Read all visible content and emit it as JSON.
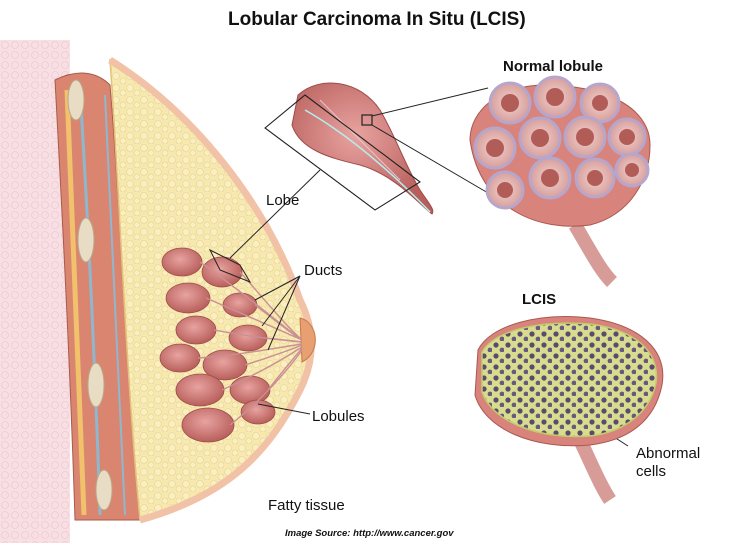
{
  "title": "Lobular Carcinoma In Situ (LCIS)",
  "labels": {
    "normal_lobule": "Normal lobule",
    "lcis": "LCIS",
    "lobe": "Lobe",
    "ducts": "Ducts",
    "lobules": "Lobules",
    "fatty_tissue": "Fatty tissue",
    "abnormal_cells_line1": "Abnormal",
    "abnormal_cells_line2": "cells"
  },
  "source": "Image Source: http://www.cancer.gov",
  "colors": {
    "fat": "#f5e7a6",
    "muscle": "#d9856f",
    "gland": "#c96f68",
    "skin": "#f2c2a6",
    "cell_border": "#b7a6cc",
    "abnormal_fill": "#d8e08a"
  }
}
